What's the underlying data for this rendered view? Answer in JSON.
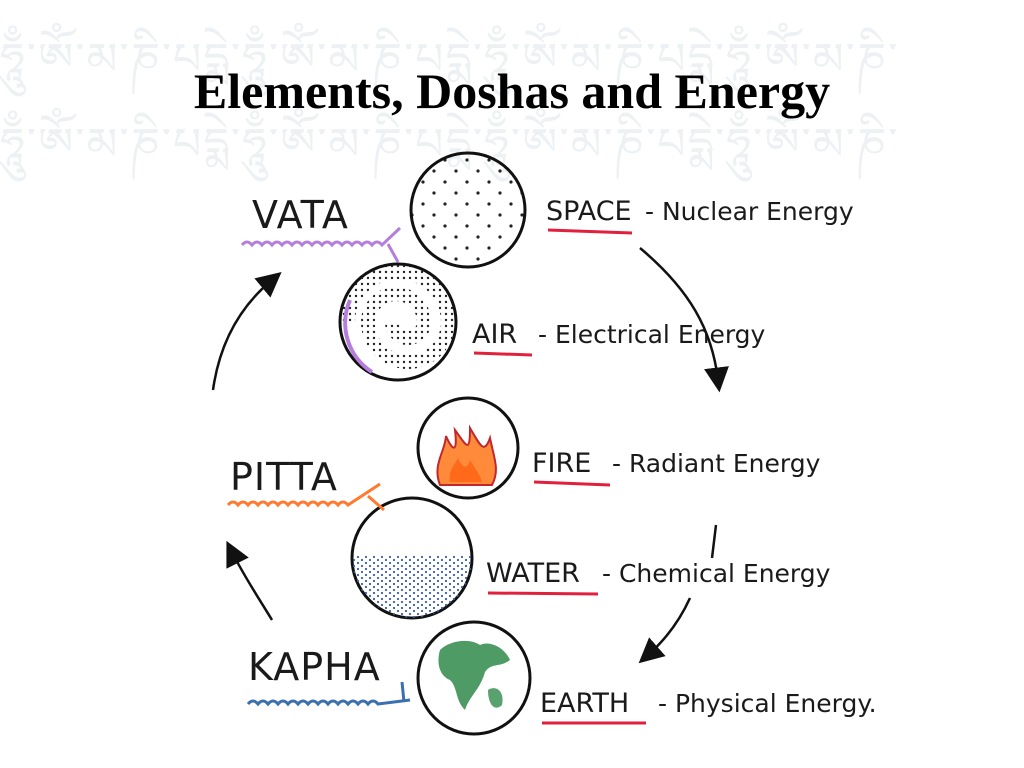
{
  "title": "Elements, Doshas and Energy",
  "background_script": "ཧཱུྃ་ཨོཾ་མ་ཎི་པདྨེ་ཧཱུྃ་ཨོཾ་མ་ཎི་པདྨེ་ཧཱུྃ་ཨོཾ་མ་ཎི་པདྨེ་ཧཱུྃ་ཨོཾ་མ་ཎི་",
  "doshas": [
    {
      "name": "VATA",
      "color": "#b57edc"
    },
    {
      "name": "PITTA",
      "color": "#ff7a2e"
    },
    {
      "name": "KAPHA",
      "color": "#3a6fb0"
    }
  ],
  "elements": [
    {
      "name": "SPACE",
      "energy": "- Nuclear Energy"
    },
    {
      "name": "AIR",
      "energy": "- Electrical Energy"
    },
    {
      "name": "FIRE",
      "energy": "- Radiant Energy"
    },
    {
      "name": "WATER",
      "energy": "- Chemical Energy"
    },
    {
      "name": "EARTH",
      "energy": "- Physical Energy."
    }
  ],
  "colors": {
    "underline": "#e0203c",
    "fire": "#ff6a1a",
    "water": "#3a5fa8",
    "earth": "#2f8a4a"
  }
}
